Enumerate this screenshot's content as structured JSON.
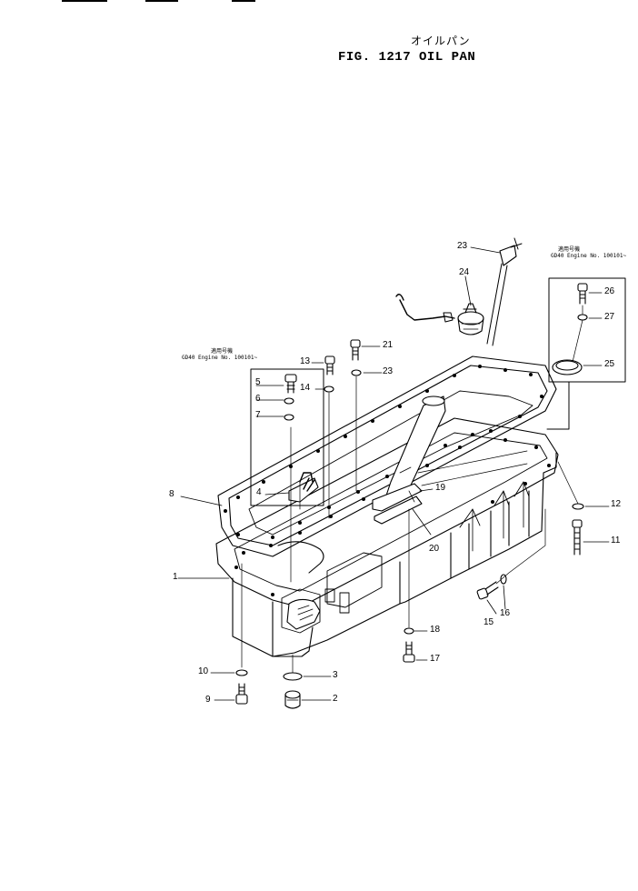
{
  "header": {
    "jp_title": "オイルパン",
    "fig_title": "FIG. 1217 OIL PAN"
  },
  "notes": {
    "left": {
      "line1": "適用号機",
      "line2": "GD40  Engine  No.  100101~"
    },
    "right": {
      "line1": "適用号機",
      "line2": "GD40  Engine  No.  100101~"
    }
  },
  "callouts": {
    "c1": "1",
    "c2": "2",
    "c3": "3",
    "c4": "4",
    "c5": "5",
    "c6": "6",
    "c7": "7",
    "c8": "8",
    "c9": "9",
    "c10": "10",
    "c11": "11",
    "c12": "12",
    "c13": "13",
    "c14": "14",
    "c15": "15",
    "c16": "16",
    "c17": "17",
    "c18": "18",
    "c19": "19",
    "c20": "20",
    "c21": "21",
    "c23a": "23",
    "c23b": "23",
    "c24": "24",
    "c25": "25",
    "c26": "26",
    "c27": "27"
  }
}
